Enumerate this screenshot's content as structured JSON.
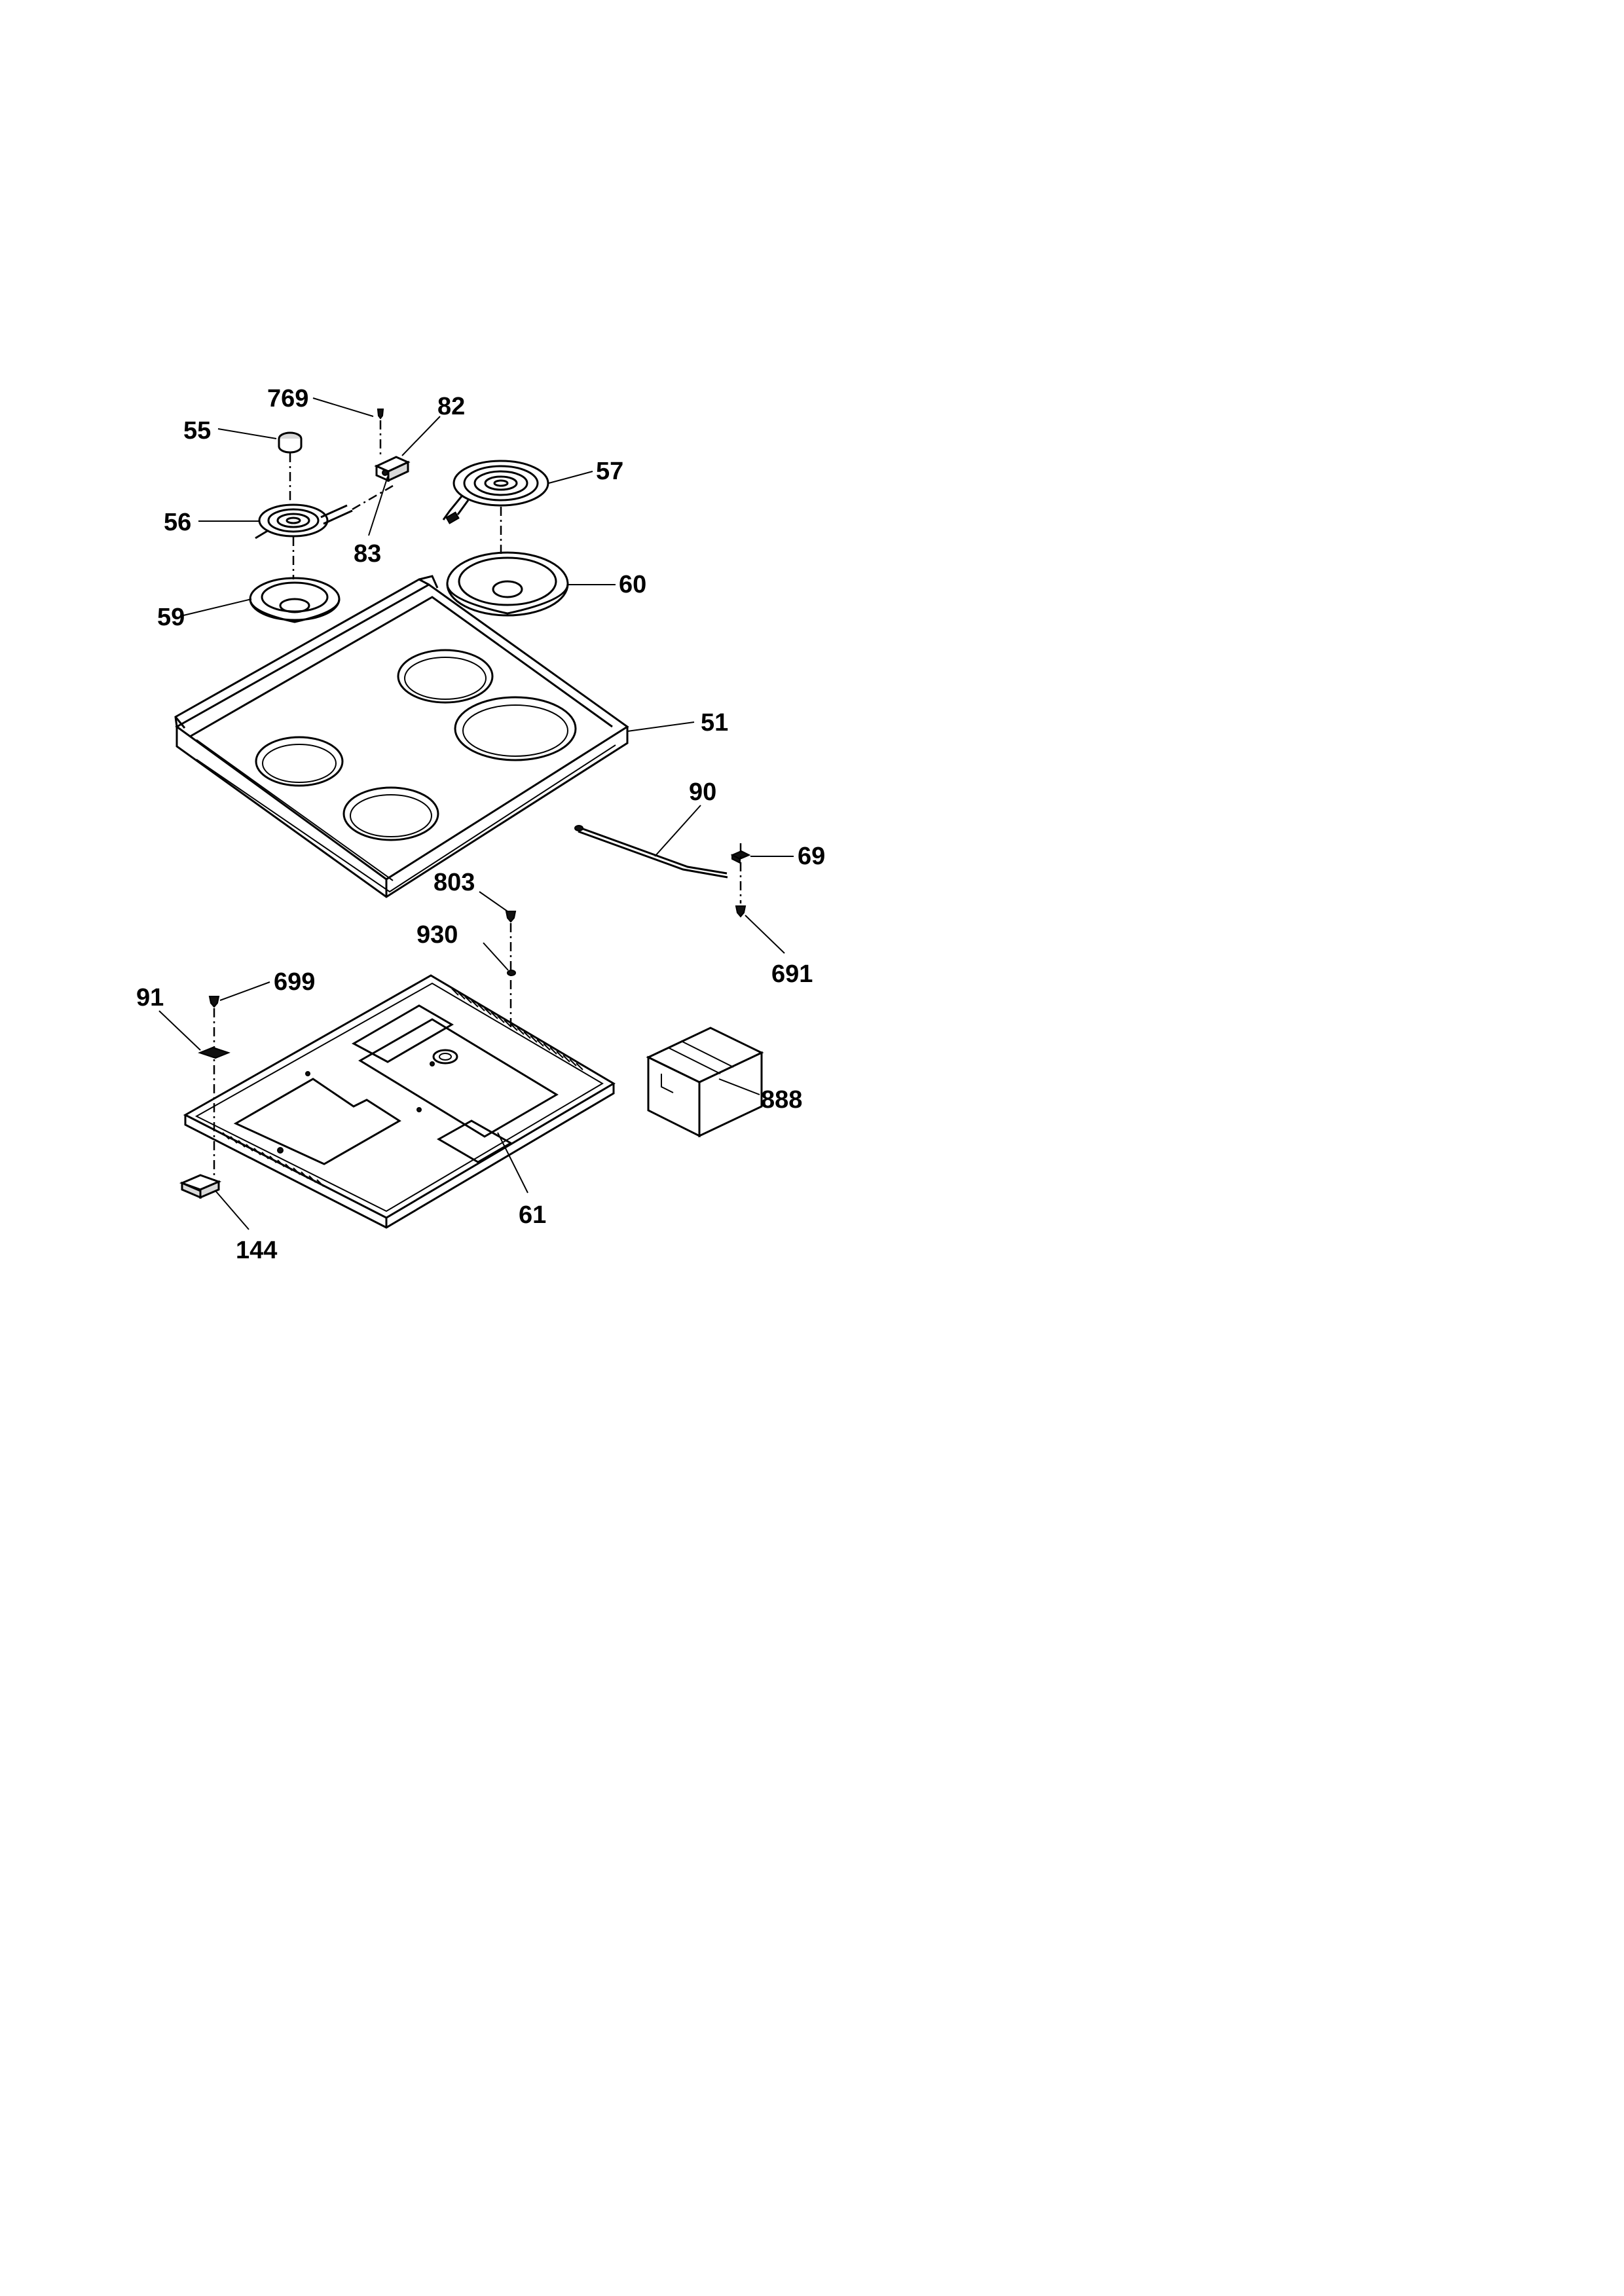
{
  "labels": {
    "l769": "769",
    "l82": "82",
    "l55": "55",
    "l56": "56",
    "l83": "83",
    "l57": "57",
    "l59": "59",
    "l60": "60",
    "l51": "51",
    "l90": "90",
    "l69": "69",
    "l803": "803",
    "l930": "930",
    "l691": "691",
    "l91": "91",
    "l699": "699",
    "l888": "888",
    "l61": "61",
    "l144": "144"
  }
}
